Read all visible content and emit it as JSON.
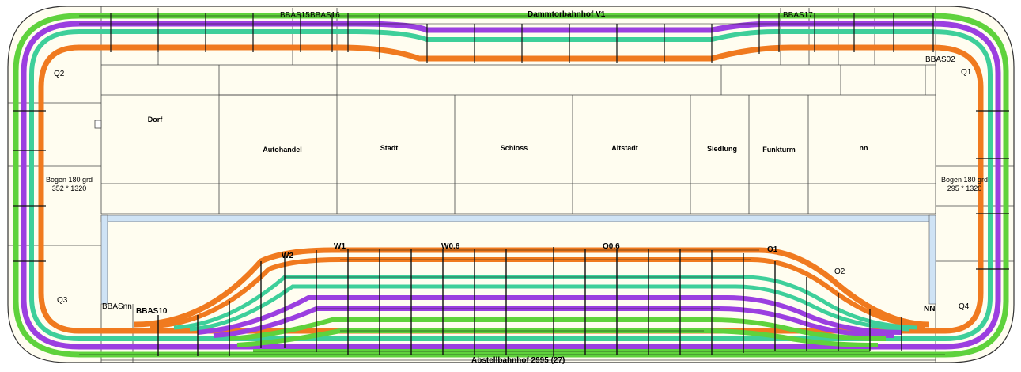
{
  "titles": {
    "top_station": "Dammtorbahnhof V1",
    "bottom_station": "Abstellbahnhof 2995 (27)"
  },
  "modules": [
    "Dorf",
    "Autohandel",
    "Stadt",
    "Schloss",
    "Altstadt",
    "Siedlung",
    "Funkturm",
    "nn"
  ],
  "section_labels": {
    "bbas15": "BBAS15",
    "bbas16": "BBAS16",
    "bbas17": "BBAS17",
    "bbas02": "BBAS02",
    "bbasnn": "BBASnn",
    "bbas10": "BBAS10",
    "q1": "Q1",
    "q2": "Q2",
    "q3": "Q3",
    "q4": "Q4",
    "w1": "W1",
    "w2": "W2",
    "w06": "W0.6",
    "o06": "O0.6",
    "o1": "O1",
    "o2": "O2",
    "nn": "NN"
  },
  "curves": {
    "left_line1": "Bogen 180 grd",
    "left_line2": "352 * 1320",
    "right_line1": "Bogen 180 grd",
    "right_line2": "295 * 1320"
  },
  "colors": {
    "track_green": "#5fd23c",
    "track_purple": "#9b3fe0",
    "track_orange": "#f07a1f",
    "track_teal": "#3ecf9a",
    "track_blue_frame": "#7fb3e0",
    "board_fill": "#fffdf0"
  }
}
